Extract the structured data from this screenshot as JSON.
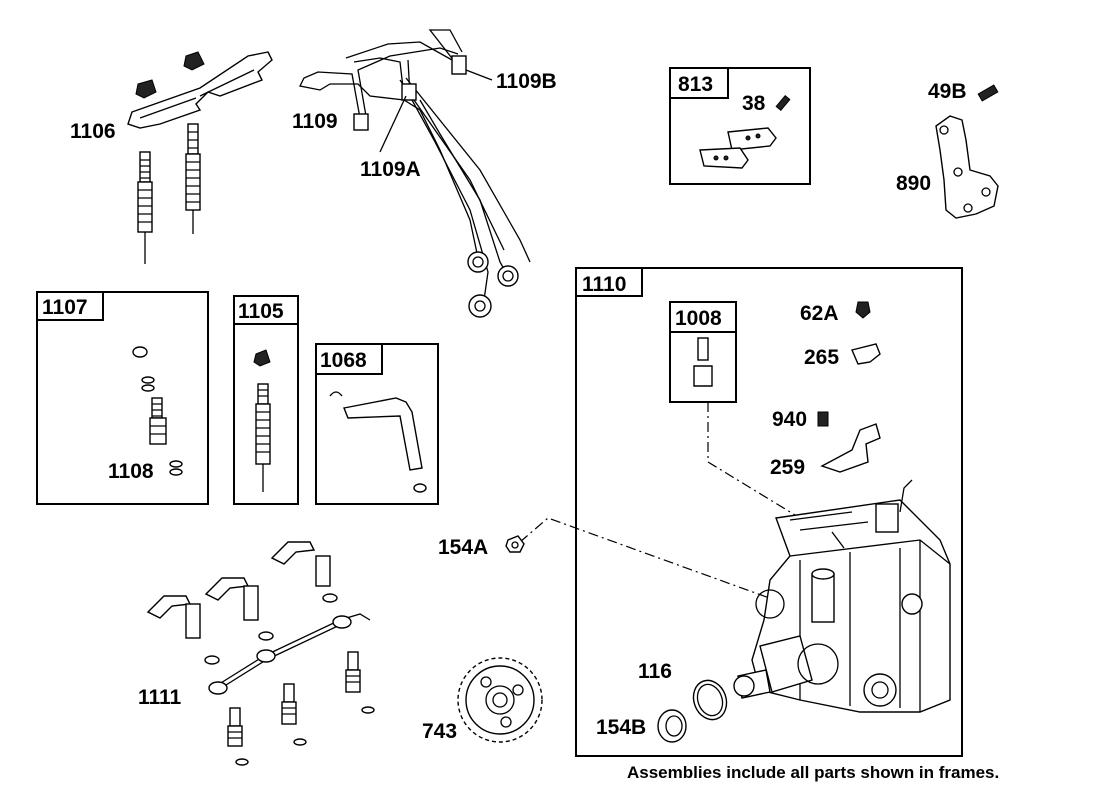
{
  "callouts": {
    "c1106": "1106",
    "c1109": "1109",
    "c1109A": "1109A",
    "c1109B": "1109B",
    "c813": "813",
    "c38": "38",
    "c49B": "49B",
    "c890": "890",
    "c1107": "1107",
    "c1108": "1108",
    "c1105": "1105",
    "c1068": "1068",
    "c1110": "1110",
    "c1008": "1008",
    "c62A": "62A",
    "c265": "265",
    "c940": "940",
    "c259": "259",
    "c154A": "154A",
    "c116": "116",
    "c154B": "154B",
    "c743": "743",
    "c1111": "1111"
  },
  "footnote": "Assemblies include all parts shown in frames."
}
